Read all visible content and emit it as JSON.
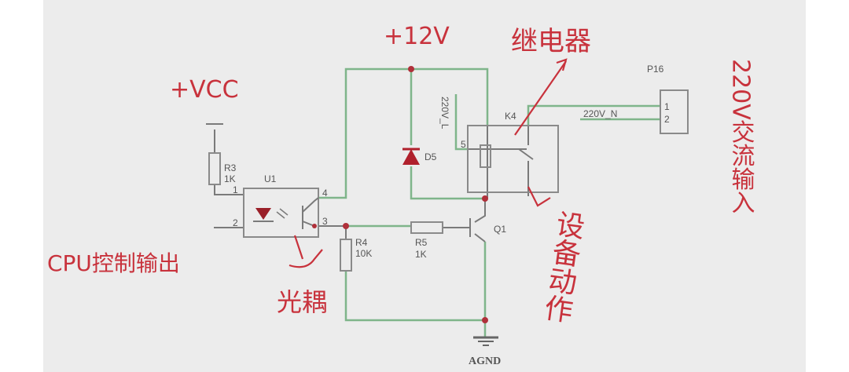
{
  "annotations": {
    "supply_12v": "+12V",
    "relay": "继电器",
    "vcc": "+VCC",
    "cpu_output": "CPU控制输出",
    "optocoupler": "光耦",
    "device_action": "设备动作",
    "ac_input": "220V交流输入"
  },
  "components": {
    "r3": {
      "ref": "R3",
      "value": "1K"
    },
    "u1": {
      "ref": "U1",
      "pins": [
        "1",
        "2",
        "3",
        "4"
      ]
    },
    "d5": {
      "ref": "D5"
    },
    "r4": {
      "ref": "R4",
      "value": "10K"
    },
    "r5": {
      "ref": "R5",
      "value": "1K"
    },
    "q1": {
      "ref": "Q1"
    },
    "k4": {
      "ref": "K4",
      "pin": "5"
    },
    "p16": {
      "ref": "P16",
      "pins": [
        "1",
        "2"
      ]
    },
    "ground": "AGND",
    "net_l": "220V_L",
    "net_n": "220V_N"
  },
  "colors": {
    "annotation": "#c8323c",
    "wire": "#7fb58a",
    "background": "#ececec"
  }
}
